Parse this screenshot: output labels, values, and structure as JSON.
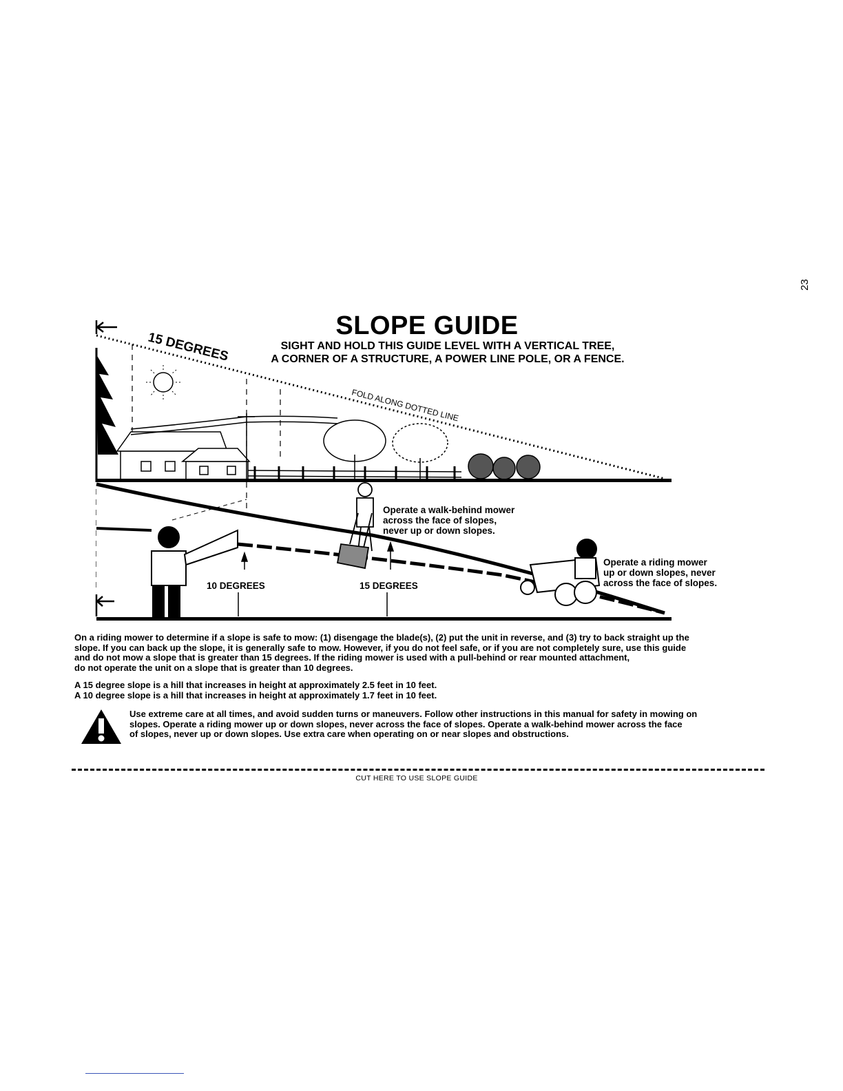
{
  "page_number": "23",
  "title": "SLOPE GUIDE",
  "subtitle_lines": [
    "SIGHT AND HOLD THIS GUIDE LEVEL WITH A VERTICAL TREE,",
    "A CORNER OF A STRUCTURE, A POWER LINE POLE, OR A FENCE."
  ],
  "illustration": {
    "angle_label": "15 DEGREES",
    "fold_label": "FOLD ALONG DOTTED LINE",
    "walk_behind_note": [
      "Operate a walk-behind mower",
      "across the face of slopes,",
      "never up or down slopes."
    ],
    "riding_note": [
      "Operate a riding mower",
      "up or down slopes, never",
      "across the face of slopes."
    ],
    "label_10": "10 DEGREES",
    "label_15": "15 DEGREES"
  },
  "paragraph1_lines": [
    "On a riding mower to determine if a slope is safe to mow: (1) disengage the blade(s), (2) put the unit in reverse, and (3) try to back straight up the",
    "slope. If you can back up the slope, it is generally safe to mow. However, if you do not feel safe, or if you are not completely sure, use this guide",
    "and do not mow a slope that is greater than 15 degrees. If the riding mower is used with a pull-behind or rear mounted attachment,",
    "do not operate the unit on a slope that is greater than 10 degrees."
  ],
  "paragraph2_lines": [
    "A 15 degree slope is a hill that increases in height at approximately 2.5 feet in 10 feet.",
    "A 10 degree slope is a hill that increases in height at approximately 1.7 feet in 10 feet."
  ],
  "warning_lines": [
    "Use extreme care at all times, and avoid sudden turns or maneuvers. Follow other instructions in this manual for safety in mowing on",
    "slopes. Operate a riding mower up or down slopes, never across the face of slopes. Operate a walk-behind mower across the face",
    "of slopes, never up or down slopes. Use extra care when operating on or near slopes and obstructions."
  ],
  "cut_label": "CUT HERE TO USE SLOPE GUIDE",
  "colors": {
    "ink": "#000000",
    "paper": "#ffffff",
    "footer_rule": "#3a56b8"
  }
}
